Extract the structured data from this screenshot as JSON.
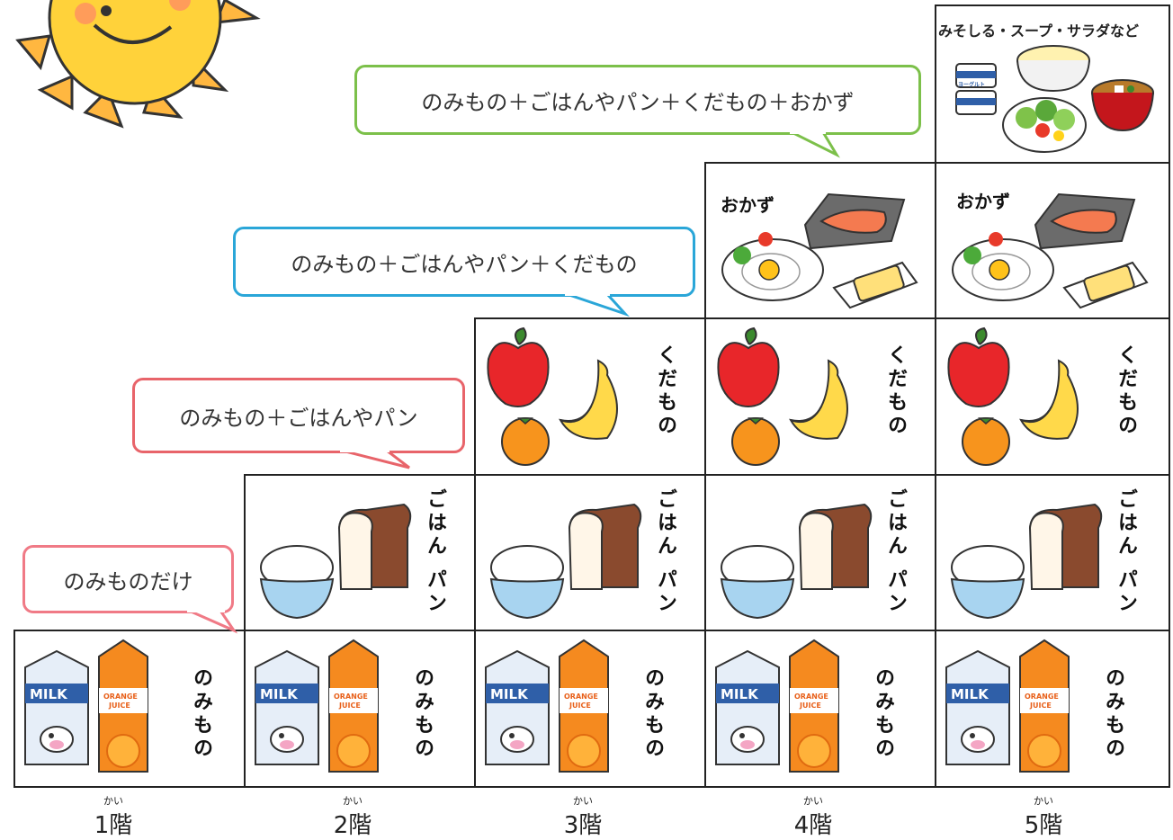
{
  "bubbles": {
    "b1": "のみものだけ",
    "b2": "のみもの＋ごはんやパン",
    "b3": "のみもの＋ごはんやパン＋くだもの",
    "b4": "のみもの＋ごはんやパン＋くだもの＋おかず"
  },
  "labels": {
    "drinks": "のみもの",
    "staple": "ごはん パン",
    "fruit": "くだもの",
    "side": "おかず",
    "soup": "みそしる・スープ・サラダなど"
  },
  "carton": {
    "milk": "MILK",
    "juice_line1": "ORANGE",
    "juice_line2": "JUICE"
  },
  "yogurt": "ヨーグルト",
  "floors": [
    {
      "label": "1階",
      "ruby": "かい"
    },
    {
      "label": "2階",
      "ruby": "かい"
    },
    {
      "label": "3階",
      "ruby": "かい"
    },
    {
      "label": "4階",
      "ruby": "かい"
    },
    {
      "label": "5階",
      "ruby": "かい"
    }
  ],
  "colors": {
    "b1": "#f07a86",
    "b2": "#e8646a",
    "b3": "#2aa6d8",
    "b4": "#7cc04a"
  }
}
